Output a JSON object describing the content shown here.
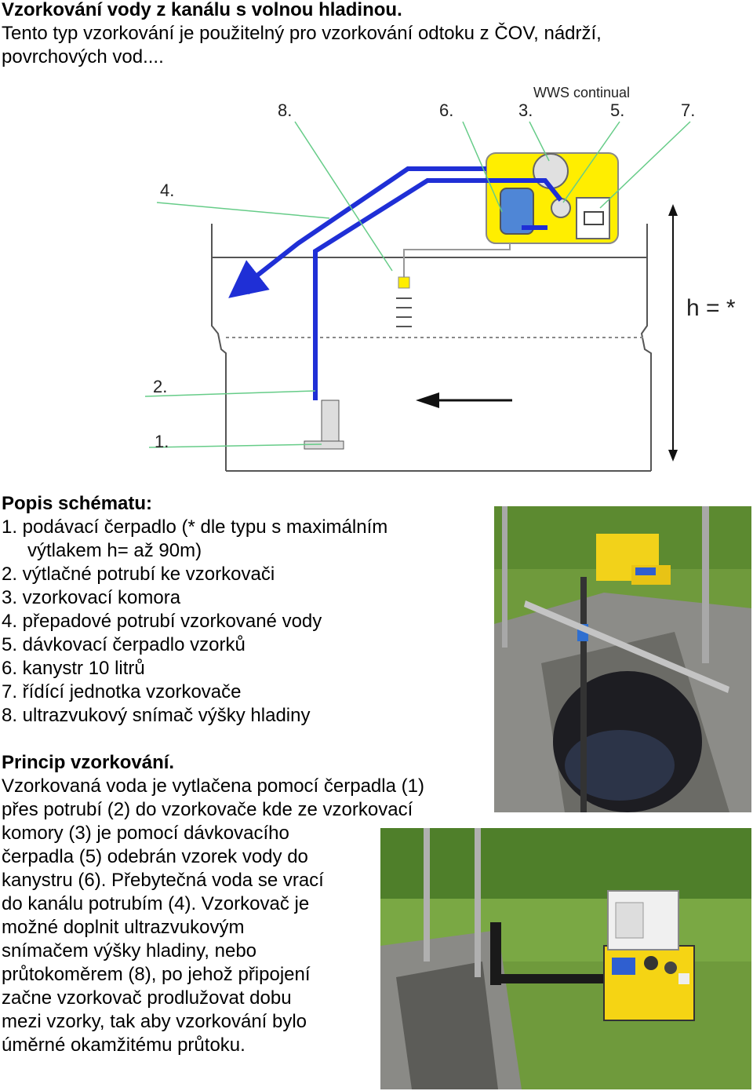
{
  "header": {
    "title": "Vzorkování vody z kanálu s volnou hladinou.",
    "intro_line1": "Tento typ vzorkování je použitelný pro vzorkování odtoku z ČOV, nádrží,",
    "intro_line2": "povrchových vod...."
  },
  "diagram": {
    "device_label": "WWS continual",
    "labels": [
      "8.",
      "6.",
      "3.",
      "5.",
      "7.",
      "4.",
      "2.",
      "1."
    ],
    "height_label": "h = *",
    "colors": {
      "pipe": "#1f2fd6",
      "device": "#ffee00",
      "leader": "#66cc88",
      "tank": "#4f86d6"
    }
  },
  "legend": {
    "heading": "Popis schématu:",
    "items": [
      "1. podávací čerpadlo (* dle typu s maximálním",
      "výtlakem h= až 90m)",
      "2. výtlačné potrubí ke vzorkovači",
      "3. vzorkovací komora",
      "4. přepadové potrubí vzorkované vody",
      "5. dávkovací čerpadlo vzorků",
      "6. kanystr 10 litrů",
      "7. řídící jednotka vzorkovače",
      "8. ultrazvukový snímač výšky hladiny"
    ]
  },
  "principle": {
    "heading": "Princip vzorkování.",
    "lines": [
      "Vzorkovaná voda je vytlačena pomocí čerpadla (1)",
      "přes potrubí (2) do vzorkovače kde ze vzorkovací",
      "komory (3) je pomocí dávkovacího",
      "čerpadla (5) odebrán vzorek vody do",
      "kanystru (6). Přebytečná voda se vrací",
      "do kanálu potrubím (4). Vzorkovač je",
      "možné doplnit ultrazvukovým",
      "snímačem výšky hladiny, nebo",
      "průtokoměrem (8), po jehož připojení",
      "začne vzorkovač prodlužovat dobu",
      "mezi vzorky, tak aby vzorkování bylo",
      "úměrné okamžitému průtoku."
    ]
  }
}
